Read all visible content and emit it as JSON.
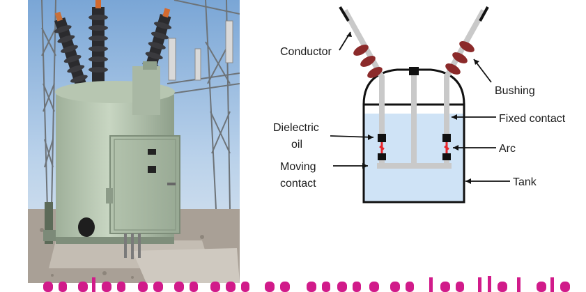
{
  "photo": {
    "subject": "oil-circuit-breaker-photo"
  },
  "diagram": {
    "labels": {
      "conductor": "Conductor",
      "bushing": "Bushing",
      "fixed_contact": "Fixed contact",
      "dielectric_oil_line1": "Dielectric",
      "dielectric_oil_line2": "oil",
      "arc": "Arc",
      "moving_contact_line1": "Moving",
      "moving_contact_line2": "contact",
      "tank": "Tank"
    },
    "colors": {
      "oil": "#cfe3f6",
      "bushing": "#8b2a2a",
      "conductor": "#c9c9c9",
      "contact": "#111111",
      "arc": "#e8262b",
      "outline": "#111111"
    }
  },
  "banner": {
    "color": "#d11b8a"
  }
}
